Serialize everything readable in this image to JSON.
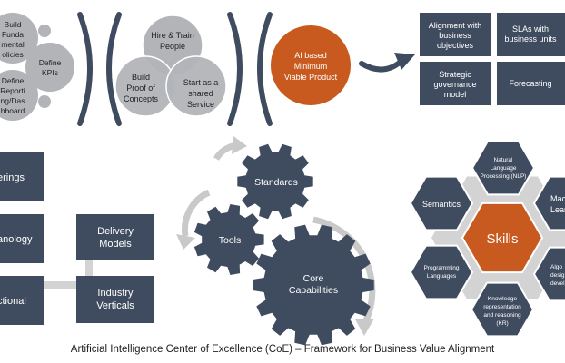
{
  "top_left": {
    "circle_a": [
      "Build",
      "Funda",
      "mental",
      "olicies"
    ],
    "circle_b": [
      "Define",
      "KPIs"
    ],
    "circle_c": [
      "Define",
      "Reporti",
      "ng/Das",
      "hboard"
    ]
  },
  "venn": {
    "hire": [
      "Hire & Train",
      "People"
    ],
    "proof": [
      "Build",
      "Proof of",
      "Concepts"
    ],
    "service": [
      "Start as a",
      "shared",
      "Service"
    ]
  },
  "ai_product": [
    "AI based",
    "Minimum",
    "Viable Product"
  ],
  "outcome_boxes": [
    [
      "Alignment with",
      "business",
      "objectives"
    ],
    [
      "SLAs with",
      "business units"
    ],
    [
      "Strategic",
      "governance",
      "model"
    ],
    [
      "Forecasting"
    ]
  ],
  "left_boxes": {
    "offerings": "erings",
    "technology": "anology",
    "functional": "ctional",
    "delivery": [
      "Delivery",
      "Models"
    ],
    "industry": [
      "Industry",
      "Verticals"
    ]
  },
  "gears": {
    "standards": "Standards",
    "tools": "Tools",
    "core": [
      "Core",
      "Capabilities"
    ]
  },
  "skills": {
    "center": "Skills",
    "nlp": [
      "Natural",
      "Language",
      "Processing (NLP)"
    ],
    "ml": [
      "Mac",
      "Lear"
    ],
    "algo": [
      "Algo",
      "desig",
      "devel"
    ],
    "kr": [
      "Knowledge",
      "representation",
      "and reasoning",
      "(KR)"
    ],
    "programming": [
      "Programming",
      "Languages"
    ],
    "semantics": "Semantics"
  },
  "caption": "Artificial Intelligence Center of Excellence (CoE) – Framework for Business Value Alignment",
  "colors": {
    "slate": "#3f4b5f",
    "grey_circle": "#b2b4b8",
    "orange": "#c95a1f",
    "connector": "#d3d3d3",
    "arrow_grey": "#c9c9c9"
  }
}
